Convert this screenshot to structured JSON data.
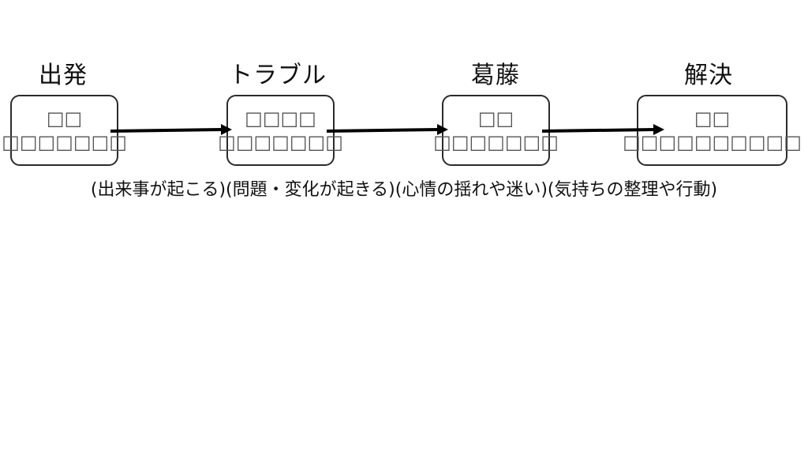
{
  "stages": [
    {
      "title": "出発",
      "box_line1": "□□",
      "box_line2": "□□□□□□□"
    },
    {
      "title": "トラブル",
      "box_line1": "□□□□",
      "box_line2": "□□□□□□□"
    },
    {
      "title": "葛藤",
      "box_line1": "□□",
      "box_line2": "□□□□□□□"
    },
    {
      "title": "解決",
      "box_line1": "□□",
      "box_line2": "□□□□□□□□□□"
    }
  ],
  "caption": "(出来事が起こる)(問題・変化が起きる)(心情の揺れや迷い)(気持ちの整理や行動)"
}
